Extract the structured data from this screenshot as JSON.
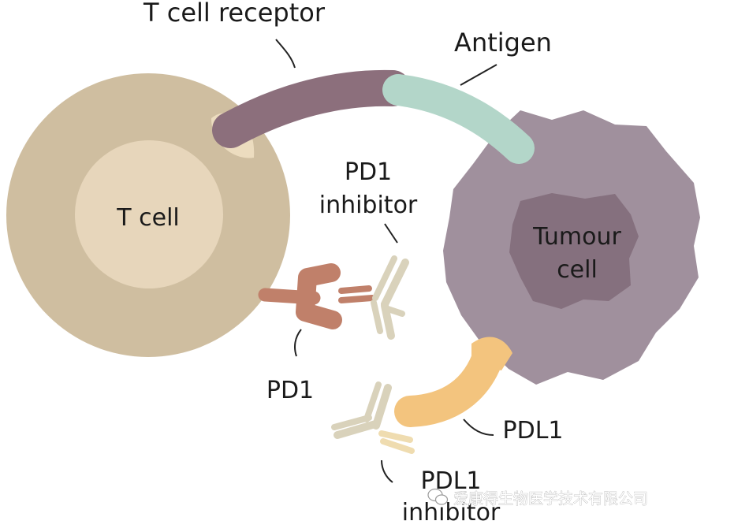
{
  "labels": {
    "t_cell": "T cell",
    "t_cell_receptor": "T cell receptor",
    "antigen": "Antigen",
    "pd1_inhibitor_line1": "PD1",
    "pd1_inhibitor_line2": "inhibitor",
    "tumour_line1": "Tumour",
    "tumour_line2": "cell",
    "pd1": "PD1",
    "pdl1": "PDL1",
    "pdl1_inhibitor_line1": "PDL1",
    "pdl1_inhibitor_line2": "inhibitor"
  },
  "watermark": {
    "text": "爱康得生物医学技术有限公司",
    "icon": "wechat-icon"
  },
  "colors": {
    "t_cell_outer": "#cfbea0",
    "t_cell_nucleus": "#e7d6bb",
    "tcr": "#8c6f7c",
    "antigen": "#b3d6c9",
    "tumour": "#a0909d",
    "tumour_nucleus": "#85707e",
    "pd1": "#c0806a",
    "pdl1": "#f3c47e",
    "antibody": "#d9d2bb",
    "antibody_light": "#efdcb0",
    "leader": "#222222"
  }
}
